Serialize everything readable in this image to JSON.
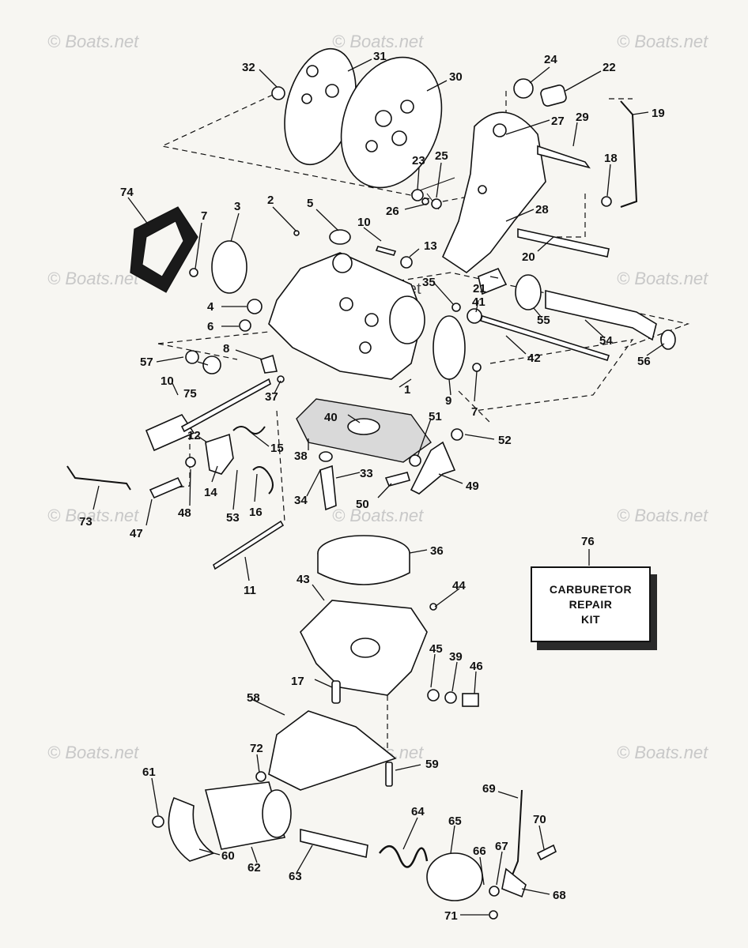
{
  "watermark": "© Boats.net",
  "center_watermark": "Boats.net",
  "kit_label": {
    "part_number": "76",
    "lines": [
      "CARBURETOR",
      "REPAIR",
      "KIT"
    ]
  },
  "callouts": [
    "1",
    "2",
    "3",
    "4",
    "5",
    "6",
    "7",
    "7",
    "8",
    "9",
    "10",
    "10",
    "11",
    "12",
    "13",
    "14",
    "15",
    "16",
    "17",
    "18",
    "19",
    "20",
    "21",
    "22",
    "23",
    "24",
    "25",
    "26",
    "27",
    "28",
    "29",
    "30",
    "31",
    "32",
    "33",
    "34",
    "35",
    "36",
    "37",
    "38",
    "39",
    "40",
    "41",
    "42",
    "43",
    "44",
    "45",
    "46",
    "47",
    "48",
    "49",
    "50",
    "51",
    "52",
    "53",
    "54",
    "55",
    "56",
    "57",
    "58",
    "59",
    "60",
    "61",
    "62",
    "63",
    "64",
    "65",
    "66",
    "67",
    "68",
    "69",
    "70",
    "71",
    "72",
    "73",
    "74",
    "75"
  ]
}
